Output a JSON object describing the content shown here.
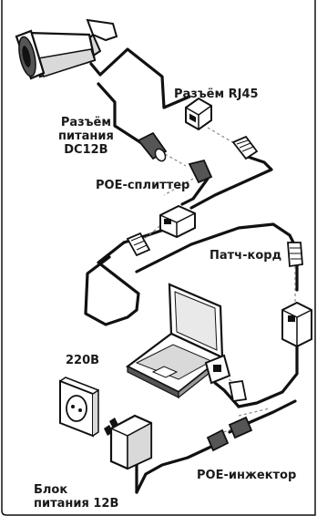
{
  "labels": {
    "rj45_connector": "Разъём RJ45",
    "power_connector": [
      "Разъём",
      "питания",
      "DC12B"
    ],
    "poe_splitter": "POE-сплиттер",
    "patch_cord": "Патч-корд",
    "voltage_220": "220В",
    "poe_injector": "POE-инжектор",
    "power_supply": [
      "Блок",
      "питания 12В"
    ]
  },
  "colors": {
    "line": "#111111",
    "dashed_line": "#888888",
    "device_fill": "#ffffff",
    "device_shade": "#d9d9d9",
    "dark_shade": "#555555"
  },
  "icons": [
    "ip-camera-icon",
    "laptop-icon",
    "wall-socket-icon",
    "power-adapter-icon",
    "poe-splitter-icon",
    "poe-injector-icon",
    "rj45-jack-icon",
    "rj45-plug-icon",
    "dc-plug-icon"
  ]
}
